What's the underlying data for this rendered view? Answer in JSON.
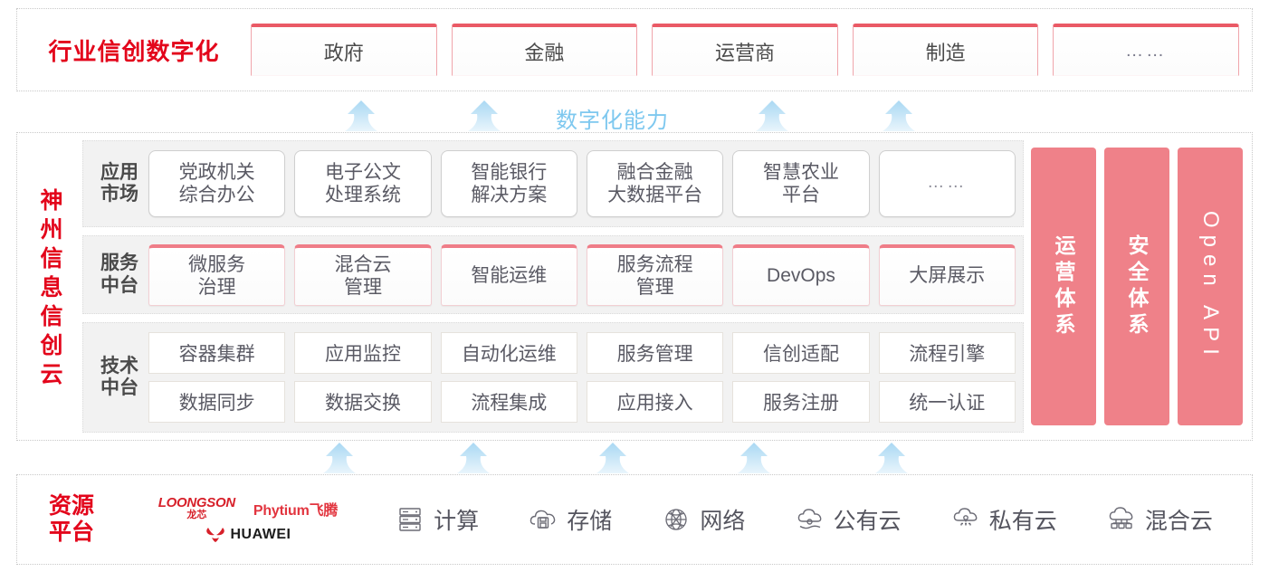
{
  "industry": {
    "title": "行业信创数字化",
    "boxes": [
      {
        "label": "政府"
      },
      {
        "label": "金融"
      },
      {
        "label": "运营商"
      },
      {
        "label": "制造"
      },
      {
        "label": "……"
      }
    ]
  },
  "capability": {
    "label": "数字化能力"
  },
  "cloud": {
    "title": "神州信息信创云",
    "bands": [
      {
        "id": "apps",
        "label": "应用\n市场",
        "label_line1": "应用",
        "label_line2": "市场",
        "cells": [
          {
            "line1": "党政机关",
            "line2": "综合办公"
          },
          {
            "line1": "电子公文",
            "line2": "处理系统"
          },
          {
            "line1": "智能银行",
            "line2": "解决方案"
          },
          {
            "line1": "融合金融",
            "line2": "大数据平台"
          },
          {
            "line1": "智慧农业",
            "line2": "平台"
          },
          {
            "line1": "……",
            "line2": ""
          }
        ]
      },
      {
        "id": "service",
        "label_line1": "服务",
        "label_line2": "中台",
        "cells": [
          {
            "line1": "微服务",
            "line2": "治理"
          },
          {
            "line1": "混合云",
            "line2": "管理"
          },
          {
            "line1": "智能运维",
            "line2": ""
          },
          {
            "line1": "服务流程",
            "line2": "管理"
          },
          {
            "line1": "DevOps",
            "line2": ""
          },
          {
            "line1": "大屏展示",
            "line2": ""
          }
        ]
      },
      {
        "id": "tech",
        "label_line1": "技术",
        "label_line2": "中台",
        "row1": [
          "容器集群",
          "应用监控",
          "自动化运维",
          "服务管理",
          "信创适配",
          "流程引擎"
        ],
        "row2": [
          "数据同步",
          "数据交换",
          "流程集成",
          "应用接入",
          "服务注册",
          "统一认证"
        ]
      }
    ],
    "pillars": [
      {
        "label": "运营体系"
      },
      {
        "label": "安全体系"
      },
      {
        "label": "Open API"
      }
    ]
  },
  "resource": {
    "title_line1": "资源",
    "title_line2": "平台",
    "vendors": [
      {
        "name_en": "LOONGSON",
        "name_cn": "龙芯"
      },
      {
        "name": "Phytium飞腾"
      },
      {
        "name": "HUAWEI"
      }
    ],
    "items": [
      {
        "icon": "server-icon",
        "label": "计算"
      },
      {
        "icon": "cloud-storage-icon",
        "label": "存储"
      },
      {
        "icon": "network-globe-icon",
        "label": "网络"
      },
      {
        "icon": "public-cloud-icon",
        "label": "公有云"
      },
      {
        "icon": "private-cloud-icon",
        "label": "私有云"
      },
      {
        "icon": "hybrid-cloud-icon",
        "label": "混合云"
      }
    ]
  },
  "colors": {
    "brand_red": "#e3051b",
    "pillar_pink": "#ef8189",
    "industry_top": "#ea5a66",
    "service_top": "#ef7d88",
    "arrow_blue": "#bfe2f6",
    "capability_text": "#7ec8ef",
    "band_bg": "#f2f2f2"
  }
}
